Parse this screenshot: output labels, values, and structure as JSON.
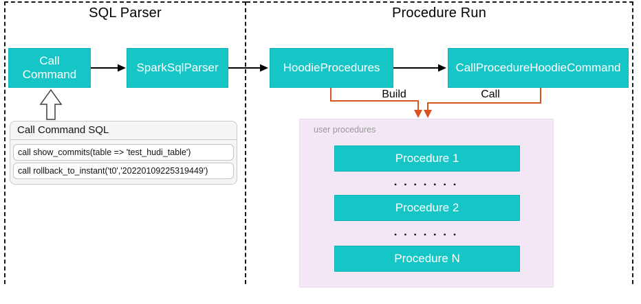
{
  "diagram": {
    "left": {
      "title": "SQL Parser",
      "nodes": {
        "call_command": "Call Command",
        "spark_sql_parser": "SparkSqlParser"
      },
      "sql_panel": {
        "header": "Call Command SQL",
        "rows": [
          "call show_commits(table => 'test_hudi_table')",
          "call rollback_to_instant('t0','20220109225319449')"
        ]
      }
    },
    "right": {
      "title": "Procedure Run",
      "nodes": {
        "hoodie_procedures": "HoodieProcedures",
        "call_procedure_hoodie_command": "CallProcedureHoodieCommand"
      },
      "edge_labels": {
        "build": "Build",
        "call": "Call"
      },
      "user_procedures": {
        "label": "user procedures",
        "items": [
          "Procedure 1",
          "Procedure 2",
          "Procedure N"
        ],
        "ellipsis": "▪ ▪ ▪ ▪ ▪ ▪ ▪"
      }
    },
    "colors": {
      "node_fill": "#16C6C6",
      "node_text": "#FFFFFF",
      "user_procedures_fill": "#F3E6F5",
      "connector_orange": "#D9531E",
      "arrow_black": "#000000",
      "muted_label": "#999999",
      "panel_bg": "#F5F5F5",
      "panel_border": "#C9C9C9",
      "dashed_border": "#161616"
    }
  }
}
